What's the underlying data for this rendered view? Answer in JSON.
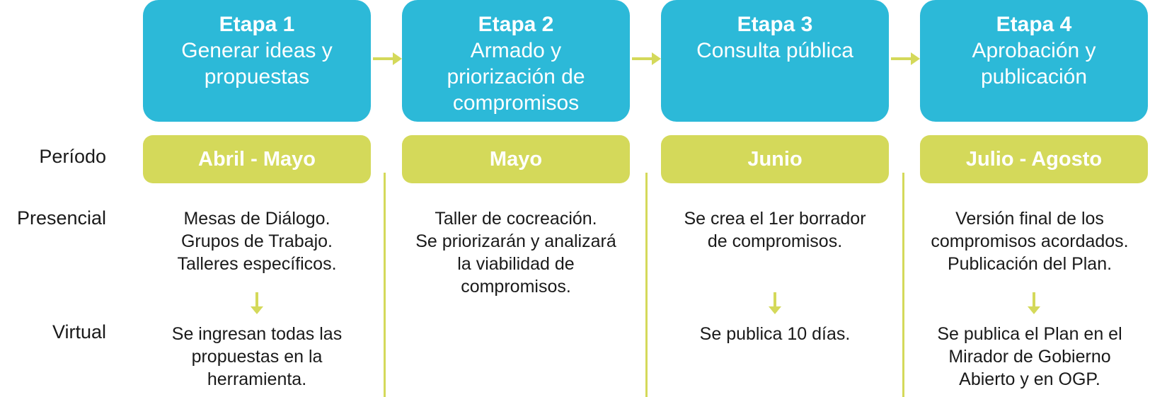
{
  "colors": {
    "stage_fill": "#2cb9d8",
    "accent": "#d4d95a",
    "text": "#1a1a1a"
  },
  "row_labels": {
    "period": "Período",
    "presencial": "Presencial",
    "virtual": "Virtual"
  },
  "stages": [
    {
      "title": "Etapa 1",
      "subtitle": "Generar ideas y\npropuestas",
      "period": "Abril - Mayo",
      "presencial": "Mesas de Diálogo.\nGrupos de Trabajo.\nTalleres específicos.",
      "virtual": "Se ingresan todas las\npropuestas en la\nherramienta."
    },
    {
      "title": "Etapa 2",
      "subtitle": "Armado y\npriorización de\ncompromisos",
      "period": "Mayo",
      "presencial": "Taller de cocreación.\nSe priorizarán y analizará\nla viabilidad de\ncompromisos.",
      "virtual": ""
    },
    {
      "title": "Etapa 3",
      "subtitle": "Consulta pública",
      "period": "Junio",
      "presencial": "Se crea el 1er borrador\nde compromisos.",
      "virtual": "Se publica 10 días."
    },
    {
      "title": "Etapa 4",
      "subtitle": "Aprobación y\npublicación",
      "period": "Julio - Agosto",
      "presencial": "Versión final de los\ncompromisos acordados.\nPublicación del Plan.",
      "virtual": "Se publica el Plan en el\nMirador de Gobierno\nAbierto y en OGP."
    }
  ]
}
